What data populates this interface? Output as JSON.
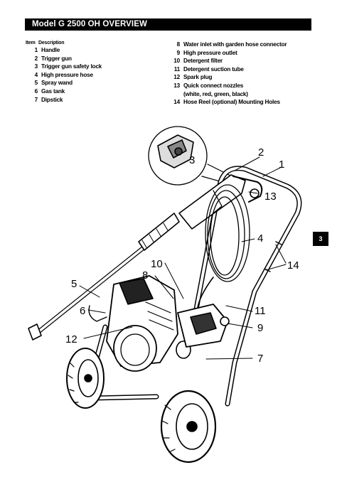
{
  "header": {
    "title": "Model G 2500 OH OVERVIEW"
  },
  "legend": {
    "col_item": "Item",
    "col_description": "Description",
    "left": [
      {
        "num": "1",
        "desc": "Handle"
      },
      {
        "num": "2",
        "desc": "Trigger gun"
      },
      {
        "num": "3",
        "desc": "Trigger gun safety lock"
      },
      {
        "num": "4",
        "desc": "High pressure hose"
      },
      {
        "num": "5",
        "desc": "Spray wand"
      },
      {
        "num": "6",
        "desc": "Gas tank"
      },
      {
        "num": "7",
        "desc": "Dipstick"
      }
    ],
    "right": [
      {
        "num": "8",
        "desc": "Water inlet with garden hose connector"
      },
      {
        "num": "9",
        "desc": "High pressure outlet"
      },
      {
        "num": "10",
        "desc": "Detergent filter"
      },
      {
        "num": "11",
        "desc": "Detergent suction tube"
      },
      {
        "num": "12",
        "desc": "Spark plug"
      },
      {
        "num": "13",
        "desc": "Quick connect nozzles"
      },
      {
        "num": "",
        "desc": "(white, red, green, black)"
      },
      {
        "num": "14",
        "desc": "Hose Reel (optional) Mounting Holes"
      }
    ]
  },
  "callouts": {
    "c1": "1",
    "c2": "2",
    "c3": "3",
    "c4": "4",
    "c5": "5",
    "c6": "6",
    "c7": "7",
    "c8": "8",
    "c9": "9",
    "c10": "10",
    "c11": "11",
    "c12": "12",
    "c13": "13",
    "c14": "14"
  },
  "page_tab": "3"
}
